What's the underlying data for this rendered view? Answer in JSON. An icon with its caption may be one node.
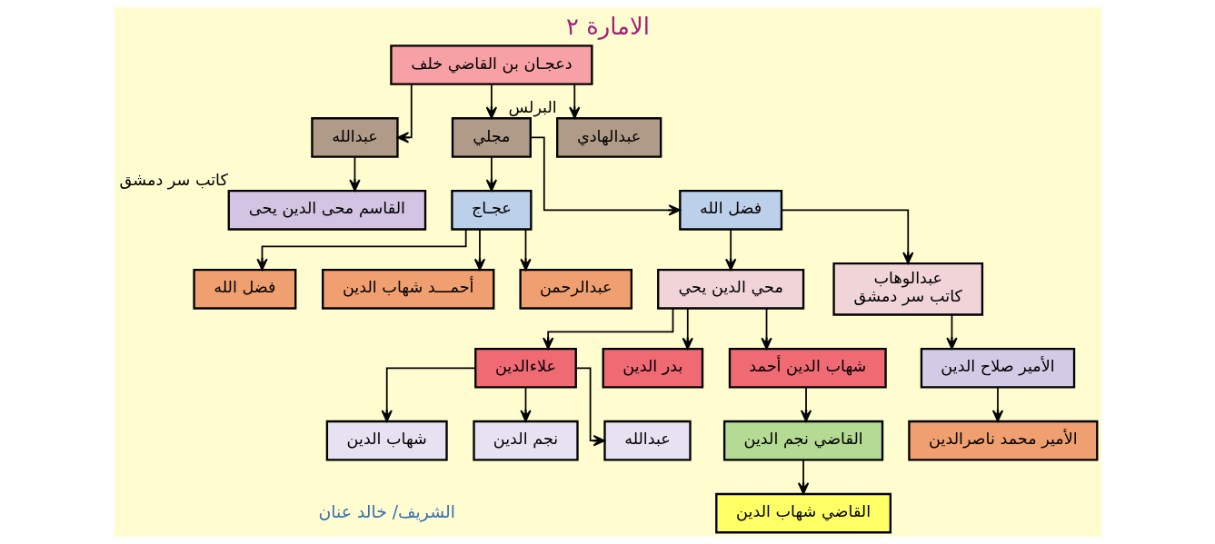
{
  "diagram": {
    "title": "الامارة ٢",
    "nodes": [
      {
        "text": [
          "دعجـان بن القاضي خلف"
        ]
      },
      {
        "text": [
          "عبدالهادي"
        ],
        "beside": [
          "البرلس"
        ]
      },
      {
        "text": [
          "مجلي"
        ]
      },
      {
        "text": [
          "عبدالله"
        ]
      },
      {
        "text": [
          "فضل الله"
        ]
      },
      {
        "text": [
          "عجـاج"
        ]
      },
      {
        "text": [
          "القاسم محى الدين يحى"
        ],
        "beside": [
          "كاتب سر دمشق"
        ]
      },
      {
        "text": [
          "عبدالوهاب",
          "كاتب سر دمشق"
        ]
      },
      {
        "text": [
          "محي الدين يحي"
        ]
      },
      {
        "text": [
          "عبدالرحمن"
        ]
      },
      {
        "text": [
          "أحمـــد شهاب الدين"
        ]
      },
      {
        "text": [
          "فضل الله"
        ]
      },
      {
        "text": [
          "الأمير صلاح الدين"
        ]
      },
      {
        "text": [
          "شهاب الدين أحمد"
        ]
      },
      {
        "text": [
          "بدر الدين"
        ]
      },
      {
        "text": [
          "علاءالدين"
        ]
      },
      {
        "text": [
          "الأمير محمد ناصرالدين"
        ]
      },
      {
        "text": [
          "القاضي نجم الدين"
        ]
      },
      {
        "text": [
          "عبدالله"
        ]
      },
      {
        "text": [
          "نجم الدين"
        ]
      },
      {
        "text": [
          "شهاب الدين"
        ]
      },
      {
        "text": [
          "القاضي شهاب الدين"
        ]
      }
    ],
    "edges": [
      {
        "from": 0,
        "to": 1,
        "arrow": "to"
      },
      {
        "from": 0,
        "to": 2,
        "arrow": "to"
      },
      {
        "from": 0,
        "to": 3,
        "arrow": "to"
      },
      {
        "from": 2,
        "to": 4,
        "arrow": "to"
      },
      {
        "from": 2,
        "to": 5,
        "arrow": "to"
      },
      {
        "from": 3,
        "to": 6,
        "arrow": "to"
      },
      {
        "from": 4,
        "to": 7,
        "arrow": "to"
      },
      {
        "from": 4,
        "to": 8,
        "arrow": "to"
      },
      {
        "from": 5,
        "to": 9,
        "arrow": "to"
      },
      {
        "from": 5,
        "to": 10,
        "arrow": "to"
      },
      {
        "from": 5,
        "to": 11,
        "arrow": "to"
      },
      {
        "from": 7,
        "to": 12,
        "arrow": "to"
      },
      {
        "from": 8,
        "to": 13,
        "arrow": "to"
      },
      {
        "from": 8,
        "to": 14,
        "arrow": "to"
      },
      {
        "from": 8,
        "to": 15,
        "arrow": "to"
      },
      {
        "from": 12,
        "to": 16,
        "arrow": "to"
      },
      {
        "from": 13,
        "to": 17,
        "arrow": "to"
      },
      {
        "from": 15,
        "to": 18,
        "arrow": "to"
      },
      {
        "from": 15,
        "to": 19,
        "arrow": "to"
      },
      {
        "from": 15,
        "to": 20,
        "arrow": "to"
      },
      {
        "from": 17,
        "to": 21,
        "arrow": "to"
      }
    ],
    "labels": [
      "الشريف/ خالد عنان"
    ]
  }
}
